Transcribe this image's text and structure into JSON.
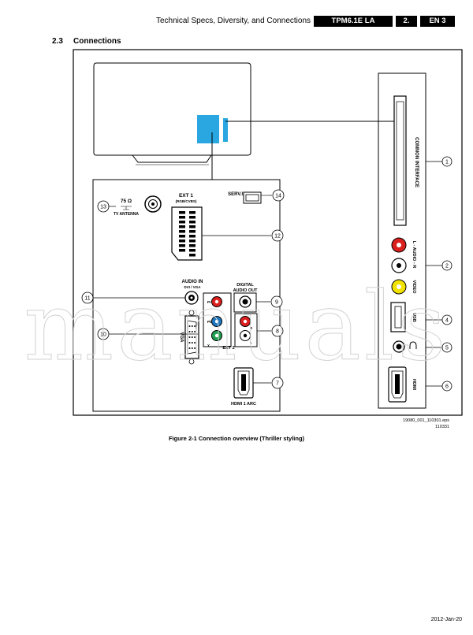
{
  "header": {
    "title": "Technical Specs, Diversity, and Connections",
    "model": "TPM6.1E LA",
    "chapter": "2.",
    "lang_page": "EN 3"
  },
  "section": {
    "number": "2.3",
    "title": "Connections"
  },
  "figure": {
    "caption": "Figure 2-1 Connection overview (Thriller styling)",
    "file": "19080_001_110301.eps",
    "code": "110331"
  },
  "labels": {
    "tv_antenna_ohm": "75 Ω",
    "tv_antenna": "TV ANTENNA",
    "ext1": "EXT 1",
    "ext1_sub": "(RGB/CVBS)",
    "serv_u": "SERV.U",
    "audio_in": "AUDIO IN",
    "audio_in_sub": "DVI / VGA",
    "digital_audio_out_1": "DIGITAL",
    "digital_audio_out_2": "AUDIO OUT",
    "vga": "VGA",
    "pr": "Pr",
    "pb": "Pb",
    "y": "Y",
    "r": "R",
    "l": "L",
    "ext2": "EXT 2",
    "hdmi1_arc": "HDMI 1 ARC",
    "common_interface": "COMMON INTERFACE",
    "l_audio_r": "L - AUDIO - R",
    "video": "VIDEO",
    "usb": "USB",
    "hdmi": "HDMI"
  },
  "callouts": [
    "1",
    "2",
    "4",
    "5",
    "6",
    "7",
    "8",
    "9",
    "10",
    "11",
    "12",
    "13",
    "14"
  ],
  "colors": {
    "red": "#d9201f",
    "white": "#ffffff",
    "yellow": "#f2e200",
    "green": "#20a050",
    "blue": "#1f78c0",
    "cyan_highlight": "#2aa7e0"
  },
  "watermark": "manuals",
  "footer": {
    "date": "2012-Jan-20"
  }
}
